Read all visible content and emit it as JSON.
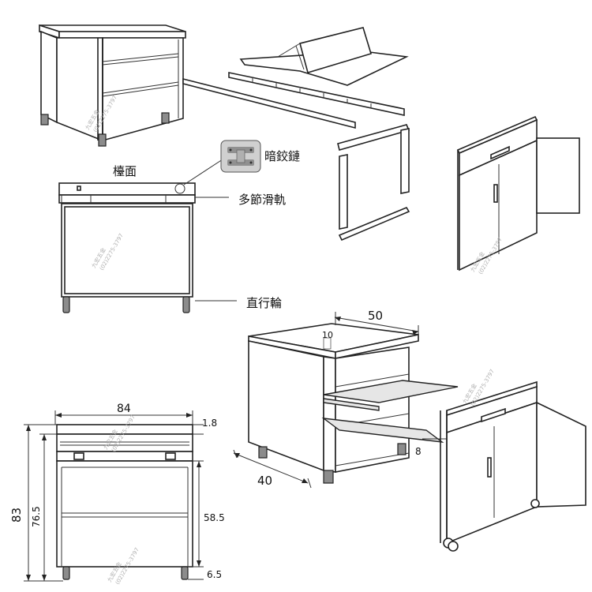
{
  "labels": {
    "concealed_hinge": "暗鉸鏈",
    "countertop": "檯面",
    "drawer_slide": "多節滑軌",
    "caster": "直行輪"
  },
  "dimensions": {
    "width": "84",
    "top_thickness": "1.8",
    "total_height": "83",
    "body_height": "76.5",
    "lower_height": "58.5",
    "leg_height": "6.5",
    "depth": "50",
    "gap": "10",
    "side_depth": "40",
    "cart_gap": "8"
  },
  "watermark": {
    "name": "九宏五金",
    "phone": "(02)2275-3797"
  }
}
